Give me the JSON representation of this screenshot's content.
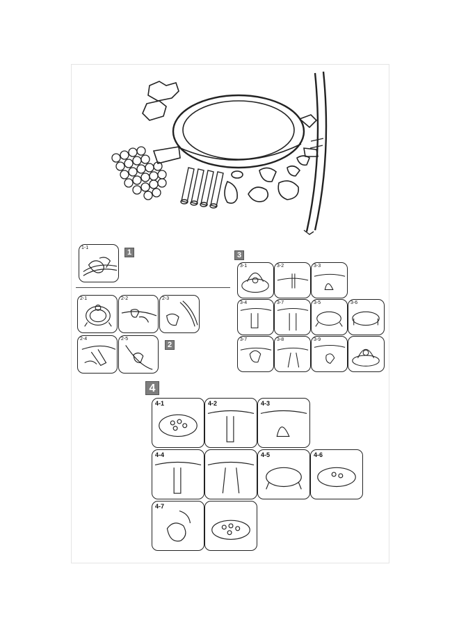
{
  "steps": {
    "s1": "1",
    "s2": "2",
    "s3": "3",
    "s4": "4"
  },
  "step1_panels": [
    {
      "label": "1-1"
    }
  ],
  "step2_panels": [
    {
      "label": "2-1"
    },
    {
      "label": "2-2"
    },
    {
      "label": "2-3"
    },
    {
      "label": "2-4"
    },
    {
      "label": "2-5"
    }
  ],
  "step3_panels": [
    {
      "label": "3-1"
    },
    {
      "label": "3-2"
    },
    {
      "label": "3-3"
    },
    {
      "label": "3-4"
    },
    {
      "label": "3-7"
    },
    {
      "label": "3-5"
    },
    {
      "label": "3-6"
    },
    {
      "label": "3-7"
    },
    {
      "label": "3-8"
    },
    {
      "label": "3-9"
    },
    {
      "label": ""
    }
  ],
  "step4_panels": [
    {
      "label": "4-1"
    },
    {
      "label": "4-2"
    },
    {
      "label": "4-3"
    },
    {
      "label": "4-4"
    },
    {
      "label": ""
    },
    {
      "label": "4-5"
    },
    {
      "label": "4-6"
    },
    {
      "label": "4-7"
    },
    {
      "label": ""
    }
  ],
  "colors": {
    "line": "#222222",
    "badge": "#7d7d7d",
    "border": "#e4e4e4"
  }
}
